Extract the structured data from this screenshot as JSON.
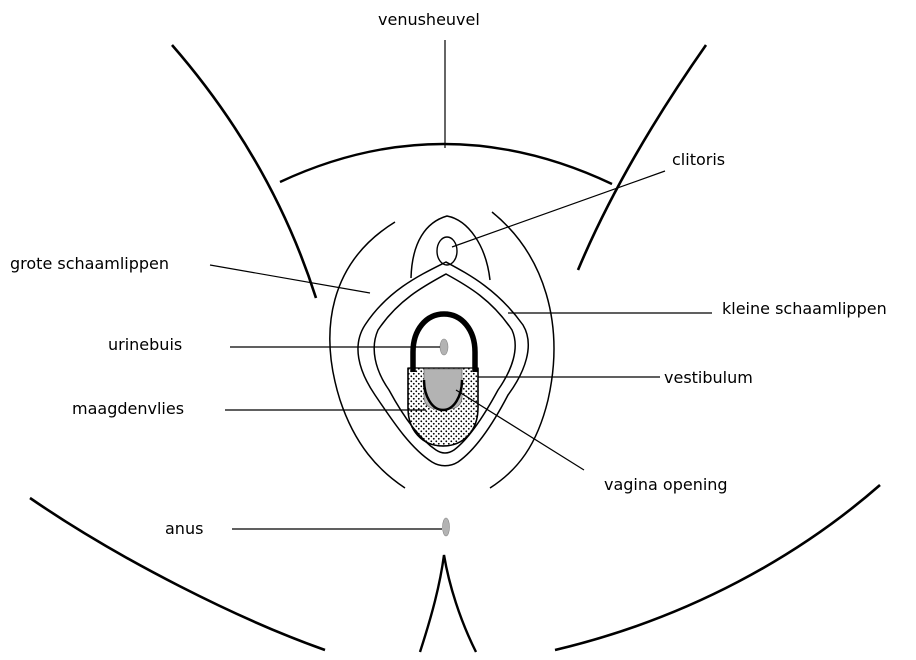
{
  "labels": {
    "venusheuvel": "venusheuvel",
    "clitoris": "clitoris",
    "grote_schaamlippen": "grote schaamlippen",
    "kleine_schaamlippen": "kleine schaamlippen",
    "urinebuis": "urinebuis",
    "vestibulum": "vestibulum",
    "maagdenvlies": "maagdenvlies",
    "vagina_opening": "vagina opening",
    "anus": "anus"
  },
  "colors": {
    "line": "#000000",
    "fill_gray": "#b3b3b3",
    "dots": "#000000",
    "background": "#ffffff"
  }
}
